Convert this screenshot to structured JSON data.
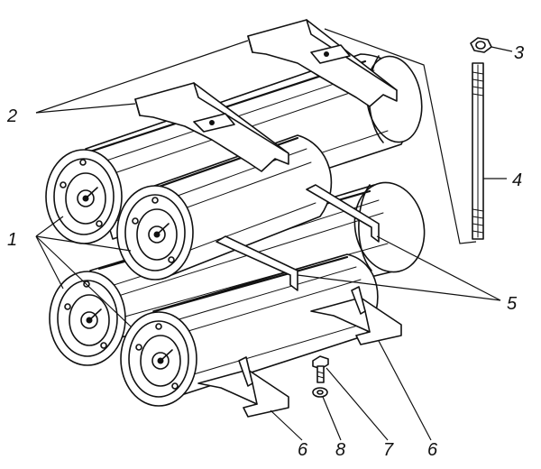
{
  "labels": {
    "callout_1": "1",
    "callout_2": "2",
    "callout_3": "3",
    "callout_4": "4",
    "callout_5": "5",
    "callout_6_left": "6",
    "callout_6_right": "6",
    "callout_7": "7",
    "callout_8": "8"
  }
}
